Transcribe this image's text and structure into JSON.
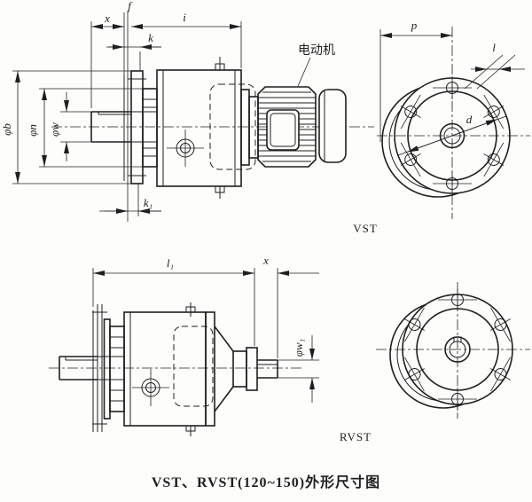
{
  "figure": {
    "caption": "VST、RVST(120~150)外形尺寸图",
    "motor_callout": "电动机",
    "variant_labels": {
      "top": "VST",
      "bottom": "RVST"
    },
    "dimension_labels": {
      "top_side": {
        "x": "x",
        "f": "f",
        "i": "i",
        "k": "k",
        "k1": "k₁",
        "phi_b": "φb",
        "phi_n": "φn",
        "phi_w": "φw"
      },
      "top_front": {
        "p": "p",
        "l": "l",
        "d": "d"
      },
      "bottom_side": {
        "l1": "l₁",
        "x": "x",
        "phi_w1": "φw₁"
      }
    },
    "colors": {
      "ink": "#1f1f1f",
      "paper": "#fdfdfb"
    }
  }
}
